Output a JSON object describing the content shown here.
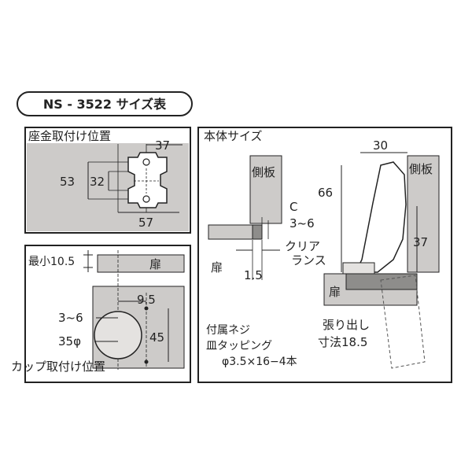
{
  "title": "NS - 3522 サイズ表",
  "panels": {
    "mount_plate": {
      "heading": "座金取付け位置",
      "dims": {
        "d37": "37",
        "d53": "53",
        "d32": "32",
        "d57": "57"
      }
    },
    "cup": {
      "heading": "カップ取付け位置",
      "min_label": "最小10.5",
      "door": "扉",
      "dims": {
        "d9_5": "9.5",
        "d3_6": "3~6",
        "d35": "35φ",
        "d45": "45"
      }
    },
    "body": {
      "heading": "本体サイズ",
      "side_panel": "側板",
      "door": "扉",
      "c_label": "C",
      "c_range": "3~6",
      "clearance_1": "クリア",
      "clearance_2": "ランス",
      "d1_5": "1.5",
      "d30": "30",
      "d66": "66",
      "d37": "37",
      "overhang_1": "張り出し",
      "overhang_2": "寸法18.5",
      "screws_1": "付属ネジ",
      "screws_2": "皿タッピング",
      "screws_3": "φ3.5×16−4本"
    }
  },
  "colors": {
    "paper": "#ffffff",
    "panel_fill": "#cdcbc9",
    "dark_fill": "#8e8d8b",
    "line": "#222222"
  }
}
